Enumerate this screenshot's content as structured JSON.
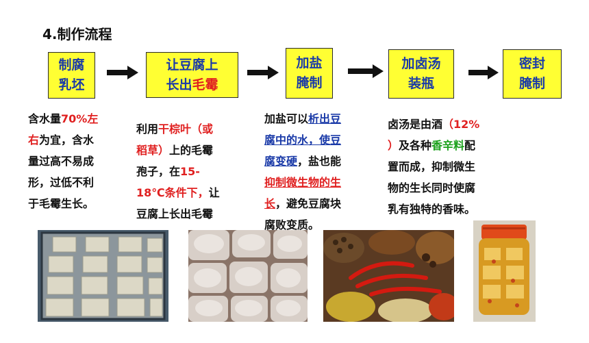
{
  "title": "4.制作流程",
  "steps": [
    {
      "line1": "制腐",
      "line2": "乳坯"
    },
    {
      "line1": "让豆腐上",
      "line2a": "长出",
      "line2b": "毛霉"
    },
    {
      "line1": "加盐",
      "line2": "腌制"
    },
    {
      "line1": "加卤汤",
      "line2": "装瓶"
    },
    {
      "line1": "密封",
      "line2": "腌制"
    }
  ],
  "desc1": {
    "p1": "含水量",
    "p2": "70%左",
    "p3": "右",
    "p4": "为宜，含水",
    "l3": "量过高不易成",
    "l4": "形，过低不利",
    "l5": "于毛霉生长。"
  },
  "desc2": {
    "p1": "利用",
    "p2": "干棕叶（或",
    "p3": "稻草）",
    "p4": "上的毛霉",
    "l3": "孢子，在",
    "p5": "15-",
    "p6": "18℃条件下，",
    "p7": "让",
    "l5": "豆腐上长出毛霉"
  },
  "desc3": {
    "p1": "加盐可以",
    "p2": "析出豆",
    "p3": "腐中的水，使豆",
    "p4": "腐变硬",
    "p5": "，盐也能",
    "p6": "抑制微生物的生",
    "p7": "长",
    "p8": "，避免豆腐块",
    "l6": "腐败变质。"
  },
  "desc4": {
    "p1": "卤汤是由酒",
    "p2": "（12%",
    "p3": "）",
    "p4": "及各种",
    "p5": "香辛料",
    "p6": "配",
    "l3": "置而成，抑制微生",
    "l4": "物的生长同时使腐",
    "l5": "乳有独特的香味。"
  },
  "colors": {
    "box_fill": "#ffff33",
    "box_text": "#1a3aa8",
    "accent_red": "#e02020",
    "accent_green": "#1aa01a"
  },
  "icons": [
    "right-arrow-icon"
  ]
}
